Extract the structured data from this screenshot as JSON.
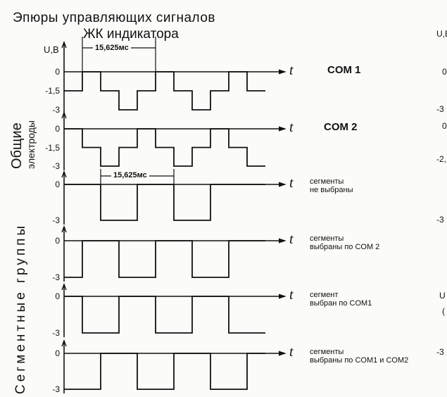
{
  "title": {
    "line1": "Эпюры управляющих сигналов",
    "line2": "ЖК индикатора"
  },
  "axis_unit": "U,B",
  "time_label": "t",
  "side_labels": {
    "common": "Общие",
    "common2": "электроды",
    "segment": "Сегментные группы"
  },
  "dimensions": [
    {
      "label": "15,625мс"
    },
    {
      "label": "15,625мс"
    }
  ],
  "rows": [
    {
      "name": "COM 1",
      "ticks": [
        "0",
        "-1,5",
        "-3"
      ],
      "levels": [
        -1.5,
        0,
        -1.5,
        -3,
        -1.5,
        0,
        -1.5,
        -3,
        -1.5,
        0,
        -1.5
      ],
      "desc1": "",
      "desc2": ""
    },
    {
      "name": "COM 2",
      "ticks": [
        "0",
        "-1,5",
        "-3"
      ],
      "levels": [
        0,
        -1.5,
        -3,
        -1.5,
        0,
        -1.5,
        -3,
        -1.5,
        0,
        -1.5,
        -3
      ],
      "desc1": "",
      "desc2": ""
    },
    {
      "name": "",
      "ticks": [
        "0",
        "-3"
      ],
      "levels": [
        0,
        0,
        -3,
        -3,
        0,
        0,
        -3,
        -3,
        0,
        0,
        0
      ],
      "desc1": "сегменты",
      "desc2": "не выбраны"
    },
    {
      "name": "",
      "ticks": [
        "0",
        "-3"
      ],
      "levels": [
        -3,
        0,
        0,
        -3,
        -3,
        0,
        0,
        -3,
        -3,
        0,
        0
      ],
      "desc1": "сегменты",
      "desc2": "выбраны по COM 2"
    },
    {
      "name": "",
      "ticks": [
        "0",
        "-3"
      ],
      "levels": [
        0,
        -3,
        -3,
        0,
        0,
        -3,
        -3,
        0,
        0,
        -3,
        -3
      ],
      "desc1": "сегмент",
      "desc2": "выбран по COM1"
    },
    {
      "name": "",
      "ticks": [
        "0",
        "-3"
      ],
      "levels": [
        -3,
        -3,
        0,
        0,
        -3,
        -3,
        0,
        0,
        -3,
        -3,
        0
      ],
      "desc1": "сегменты",
      "desc2": "выбраны по COM1 и COM2"
    }
  ],
  "edge_fragments": [
    "U,B",
    "0",
    "-3",
    "0",
    "-2,",
    "-3",
    "U",
    "(",
    "-3"
  ]
}
